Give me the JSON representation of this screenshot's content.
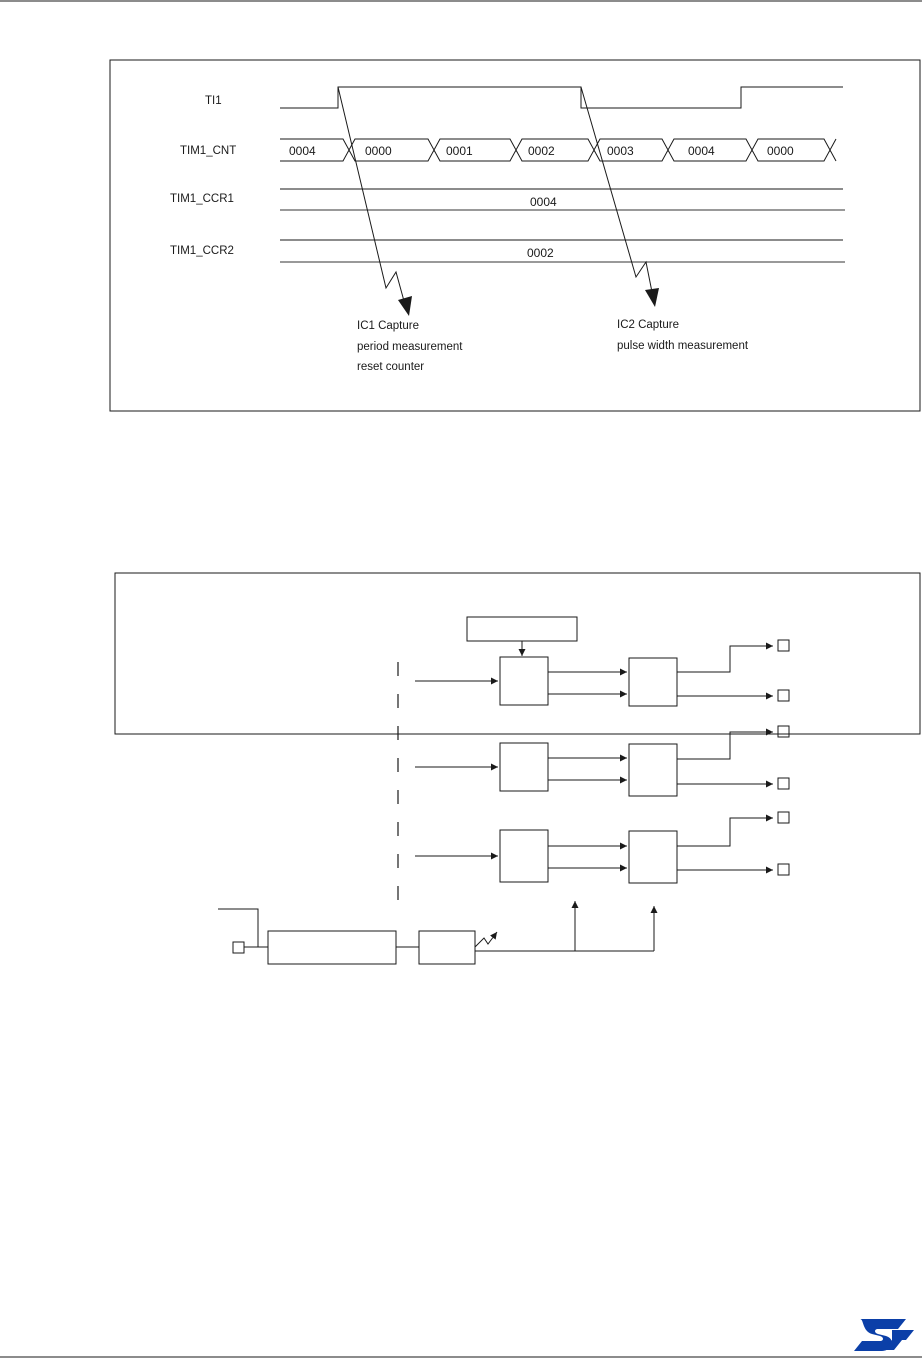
{
  "timing_diagram": {
    "signals": {
      "ti1": "TI1",
      "cnt": "TIM1_CNT",
      "ccr1": "TIM1_CCR1",
      "ccr2": "TIM1_CCR2"
    },
    "counter_values": [
      "0004",
      "0000",
      "0001",
      "0002",
      "0003",
      "0004",
      "0000"
    ],
    "ccr1_value": "0004",
    "ccr2_value": "0002",
    "annotations": {
      "ic1": [
        "IC1 Capture",
        "period measurement",
        "reset counter"
      ],
      "ic2": [
        "IC2 Capture",
        "pulse width measurement"
      ]
    }
  },
  "block_diagram": {
    "channel_count": 3,
    "top_box_label": "",
    "bottom_box_labels": [
      "",
      ""
    ]
  },
  "footer": {
    "logo": "st-logo-icon",
    "brand_color": "#0b3fa8"
  }
}
